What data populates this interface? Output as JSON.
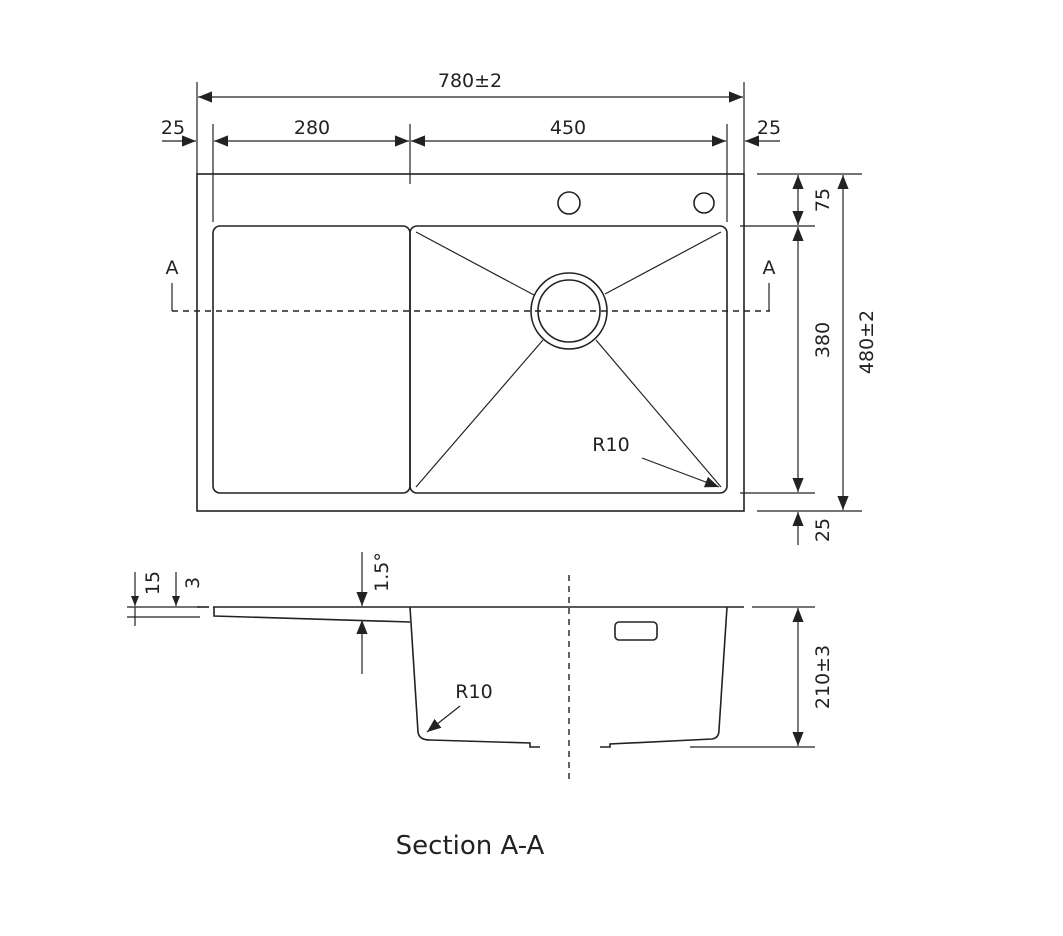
{
  "plan_view": {
    "overall_width": "780±2",
    "left_margin": "25",
    "drainboard_width": "280",
    "bowl_width": "450",
    "right_margin": "25",
    "top_margin": "75",
    "bowl_length": "380",
    "overall_length": "480±2",
    "bottom_margin": "25",
    "corner_radius": "R10",
    "section_mark_left": "A",
    "section_mark_right": "A"
  },
  "section_view": {
    "title": "Section A-A",
    "flange_height": "15",
    "sheet_thickness": "3",
    "slope_angle": "1.5°",
    "bowl_depth": "210±3",
    "corner_radius": "R10"
  },
  "colors": {
    "line": "#222222",
    "background": "#ffffff"
  }
}
